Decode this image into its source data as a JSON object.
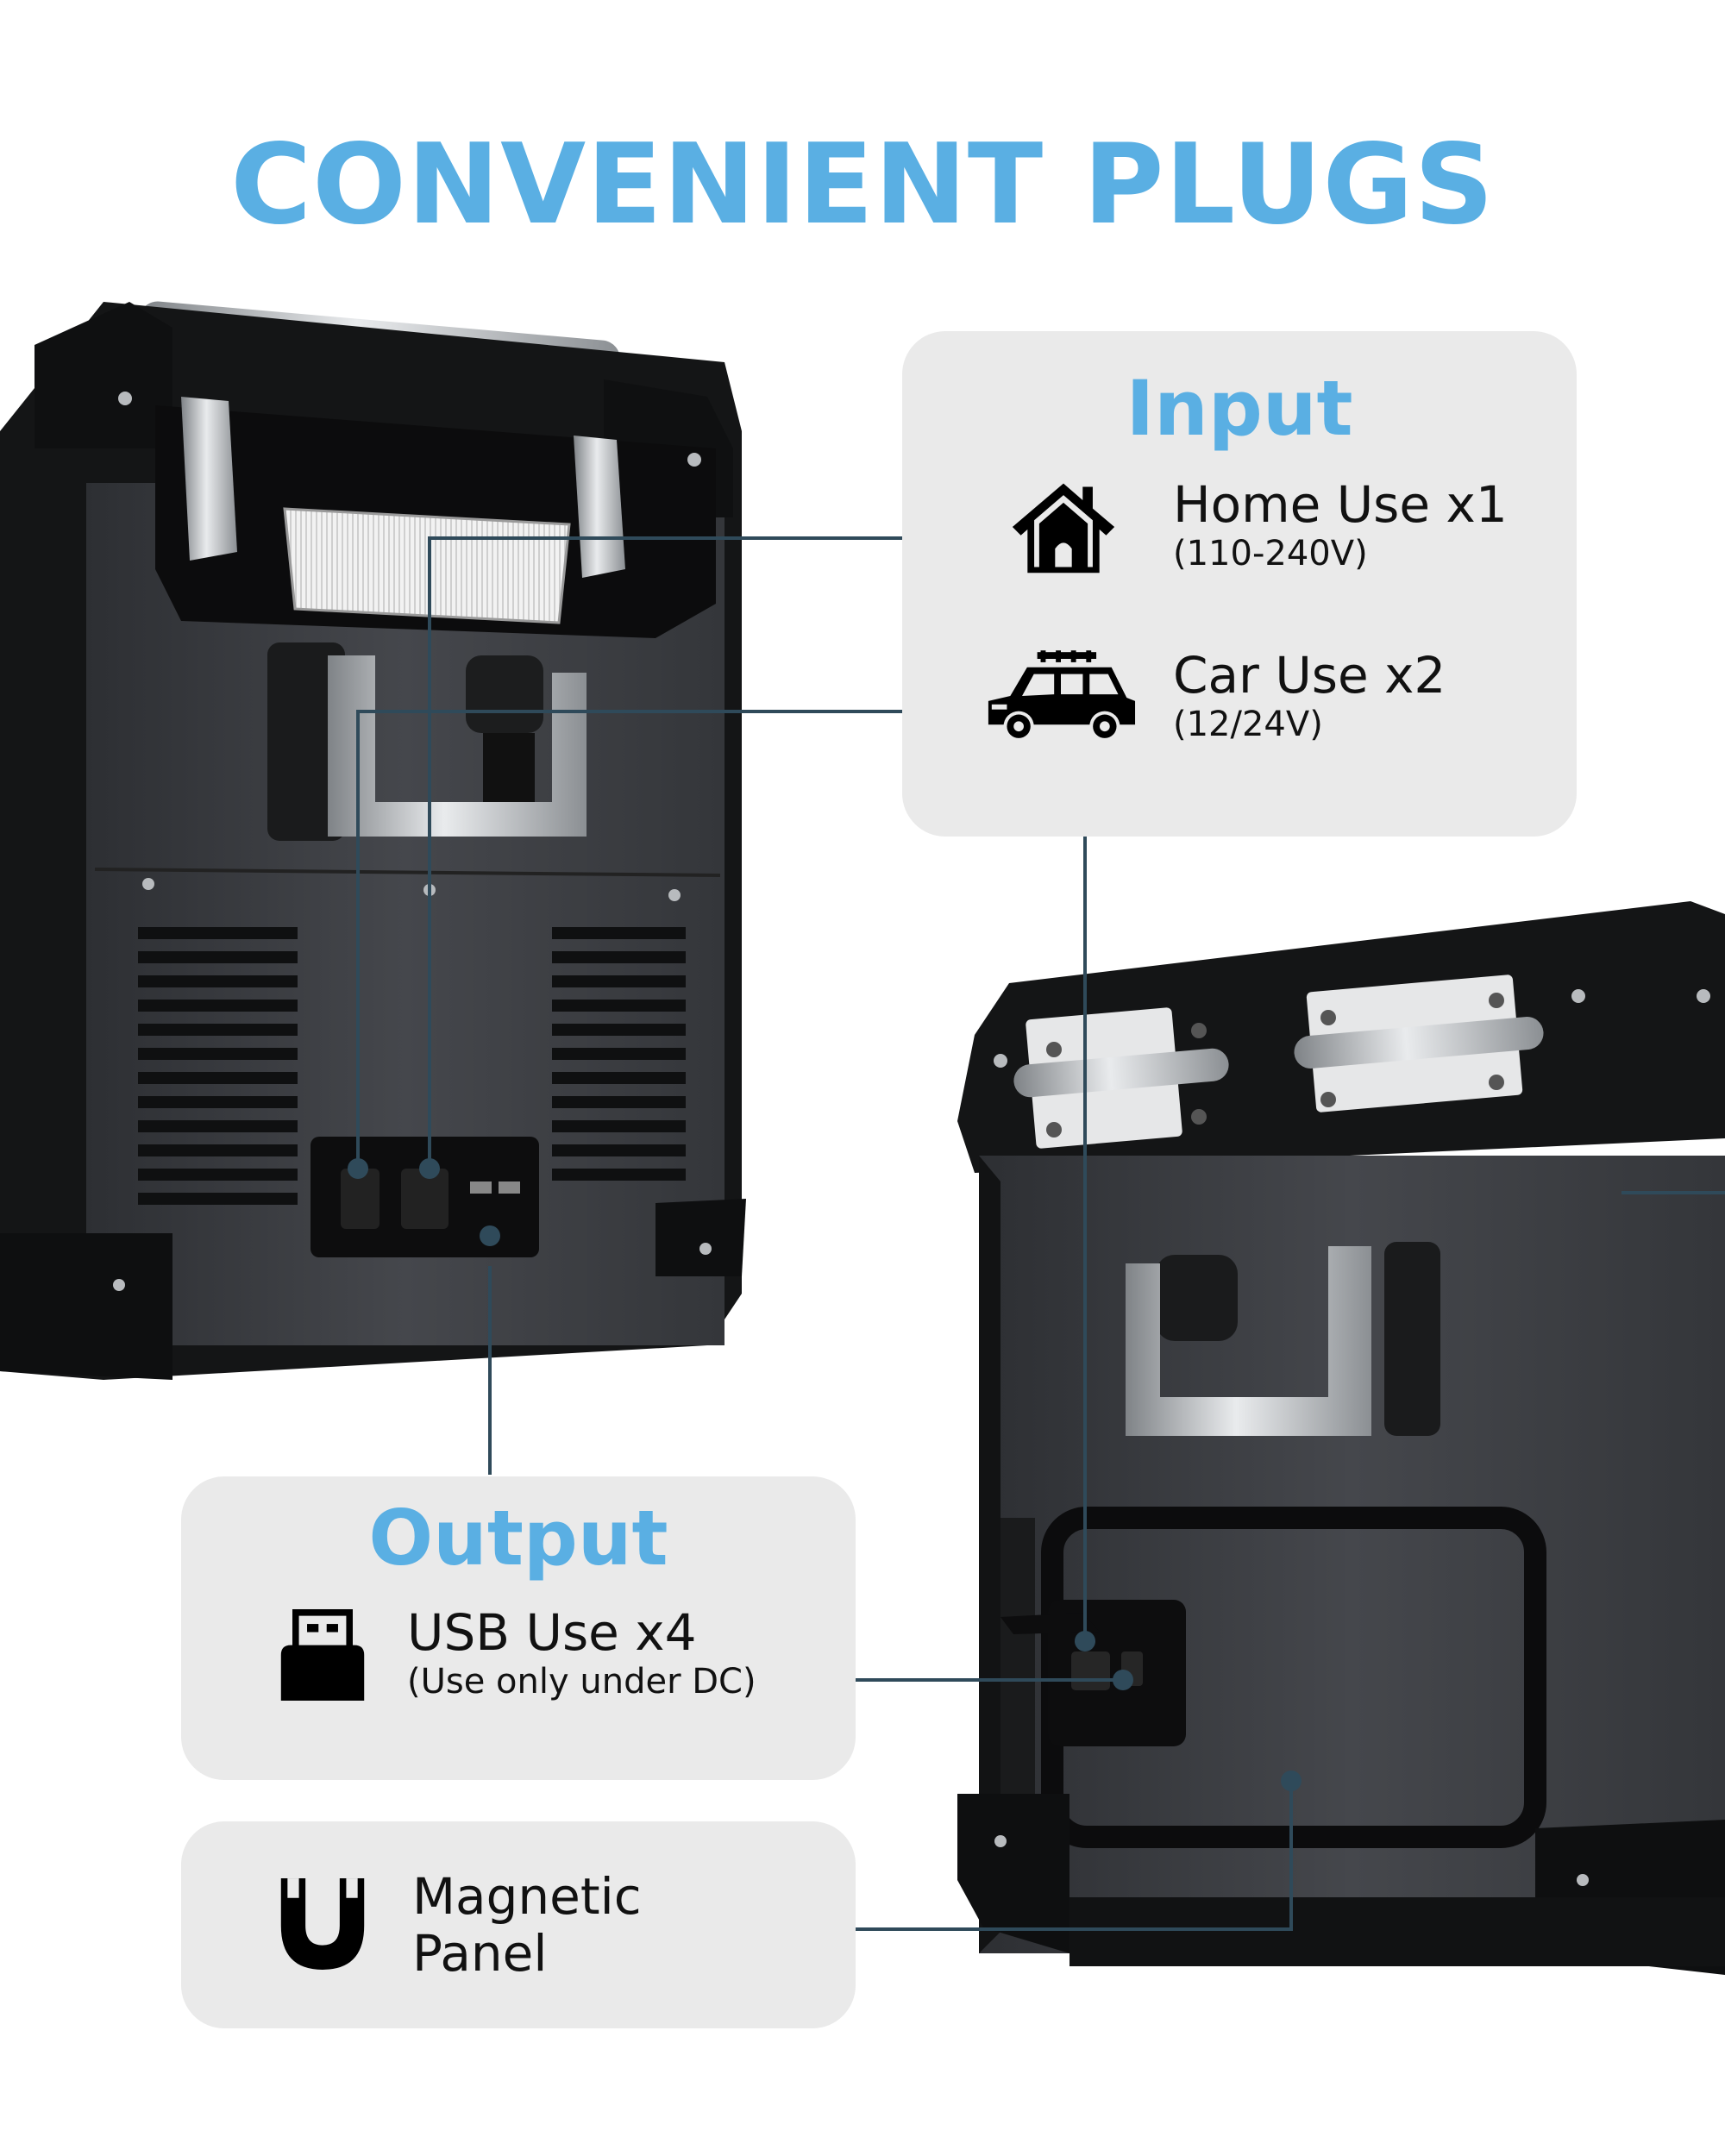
{
  "title": "CONVENIENT PLUGS",
  "colors": {
    "accent": "#5aafe3",
    "line": "#2f4a5a",
    "panel": "#eaeaea",
    "device_body": "#3d3f43",
    "device_trim": "#101112",
    "metal": "#c9cbce",
    "text": "#111111"
  },
  "input": {
    "heading": "Input",
    "items": [
      {
        "icon": "house-icon",
        "label": "Home Use x1",
        "detail": "(110-240V)"
      },
      {
        "icon": "car-icon",
        "label": "Car Use x2",
        "detail": "(12/24V)"
      }
    ]
  },
  "output": {
    "heading": "Output",
    "items": [
      {
        "icon": "usb-plug-icon",
        "label": "USB Use x4",
        "detail": "(Use only under DC)"
      }
    ]
  },
  "magnetic": {
    "icon": "magnet-icon",
    "line1": "Magnetic",
    "line2": "Panel"
  }
}
